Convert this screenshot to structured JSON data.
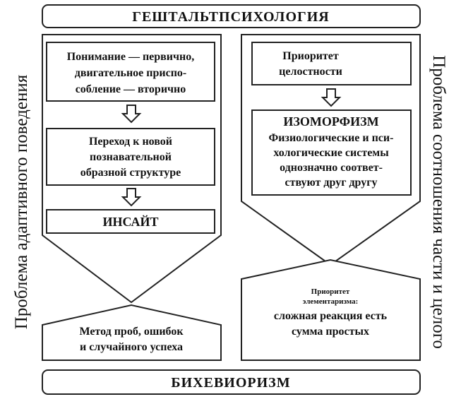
{
  "top_banner": "ГЕШТАЛЬТПСИХОЛОГИЯ",
  "bottom_banner": "БИХЕВИОРИЗМ",
  "side_labels": {
    "left": "Проблема адаптивного поведения",
    "right": "Проблема соотношения части и целого"
  },
  "left_column": {
    "box1_lines": [
      "Понимание — первично,",
      "двигательное приспо-",
      "собление — вторично"
    ],
    "box2_lines": [
      "Переход к новой",
      "познавательной",
      "образной структуре"
    ],
    "box3": "ИНСАЙТ",
    "bottom_lines": [
      "Метод проб, ошибок",
      "и случайного успеха"
    ]
  },
  "right_column": {
    "box1_lines": [
      "Приоритет",
      "целостности"
    ],
    "box2_title": "ИЗОМОРФИЗМ",
    "box2_lines": [
      "Физиологические и пси-",
      "хологические системы",
      "однозначно соответ-",
      "ствуют друг другу"
    ],
    "bottom_small_lines": [
      "Приоритет",
      "элементаризма:"
    ],
    "bottom_lines": [
      "сложная реакция есть",
      "сумма простых"
    ]
  }
}
